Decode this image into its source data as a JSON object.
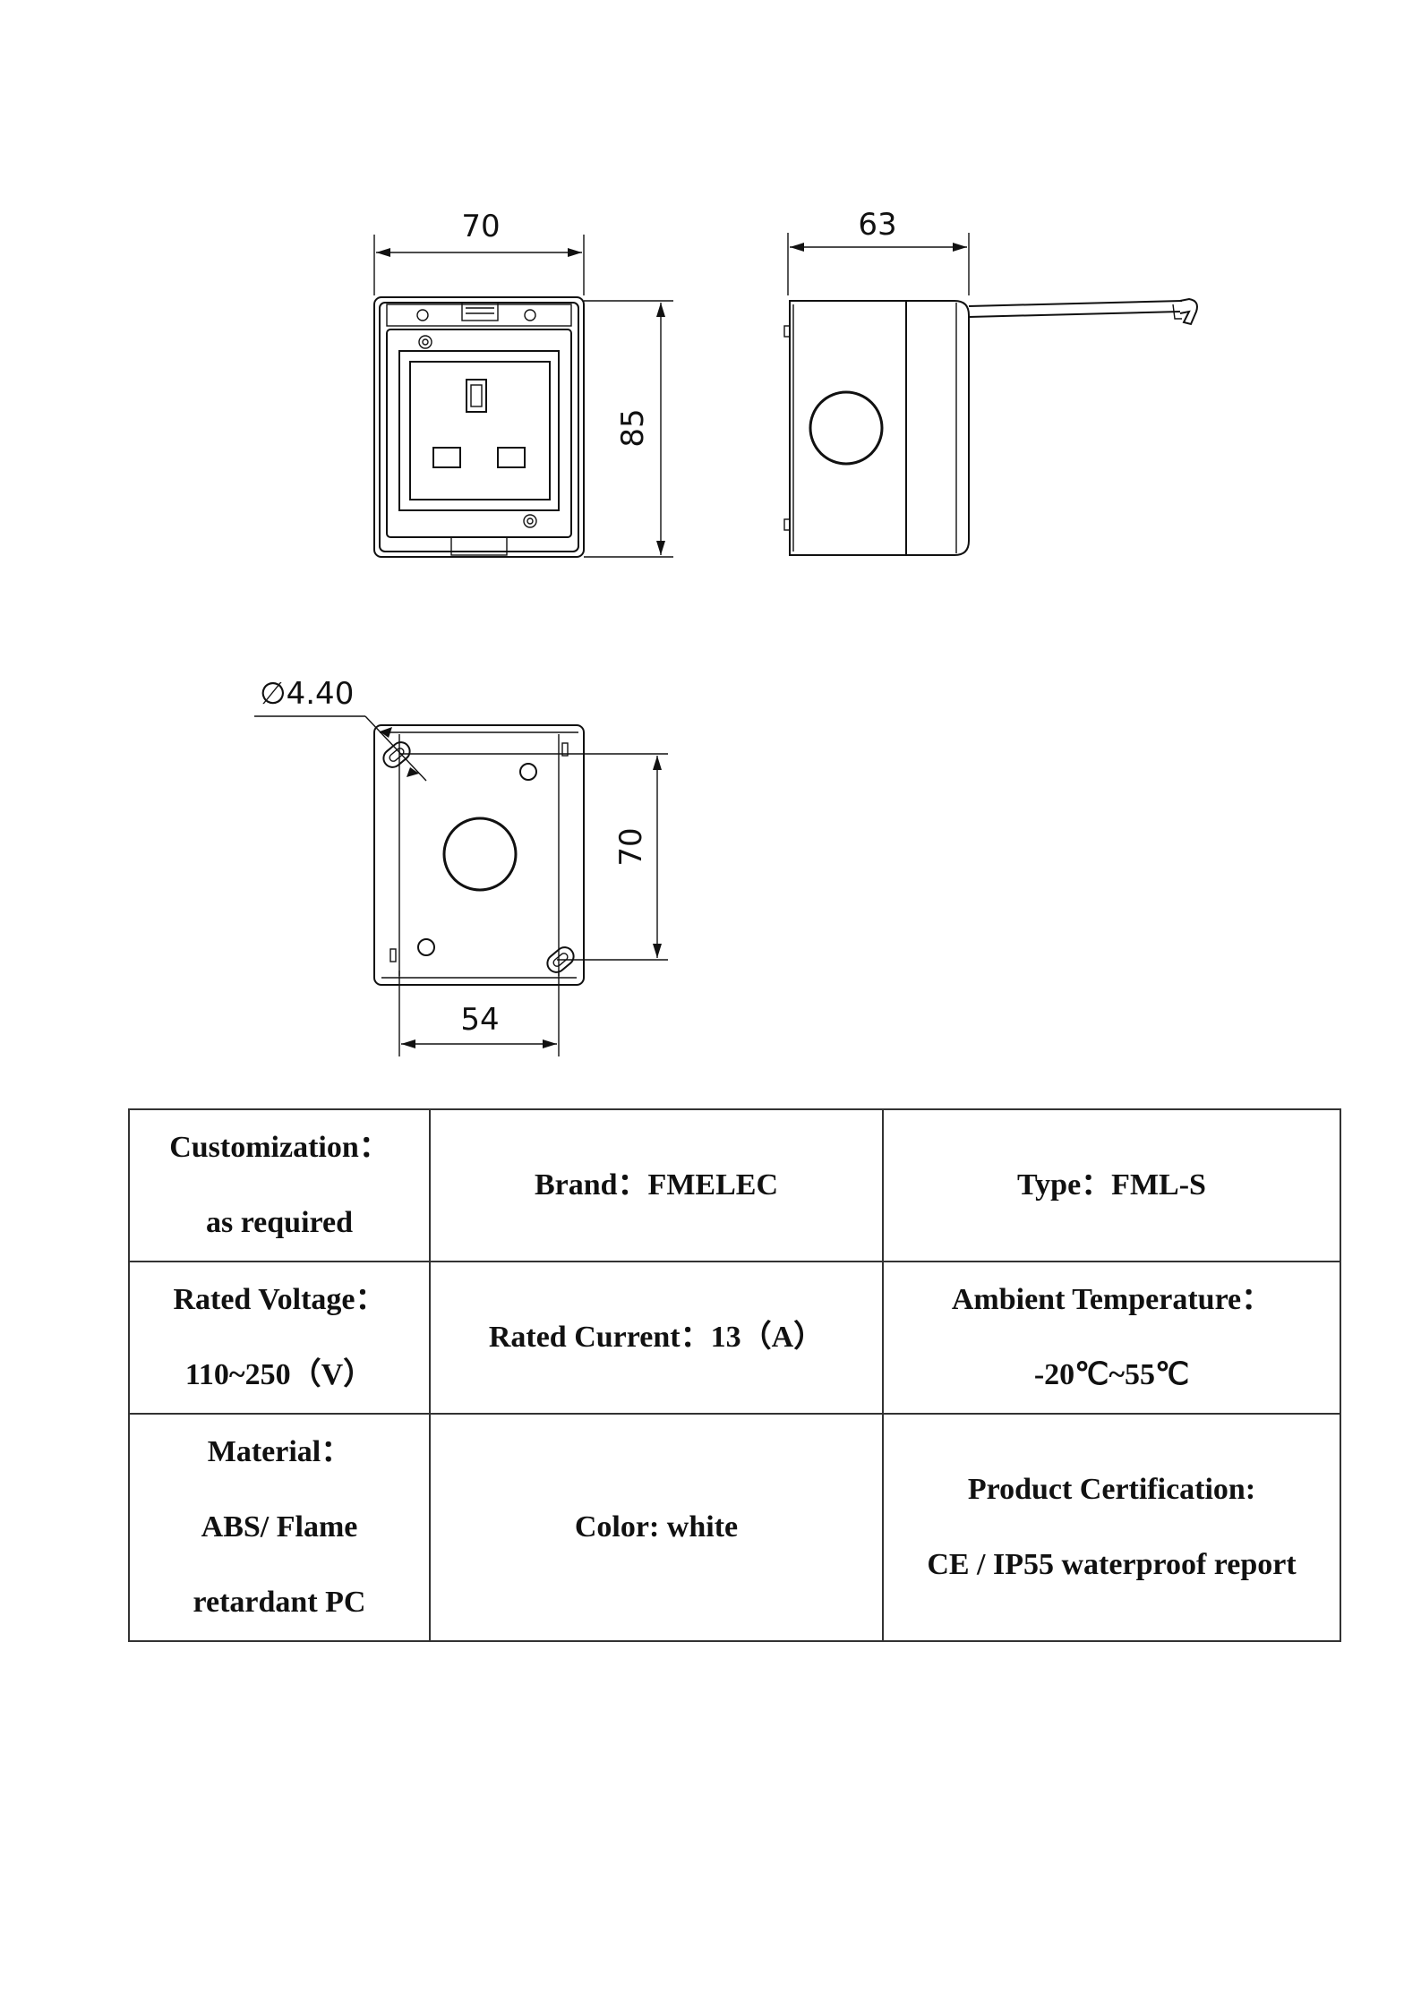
{
  "drawing": {
    "front_view": {
      "width_label": "70",
      "height_label": "85"
    },
    "side_view": {
      "depth_label": "63"
    },
    "back_view": {
      "hole_label": "∅4.40",
      "hole_spacing_v_label": "70",
      "hole_spacing_h_label": "54"
    }
  },
  "specs": {
    "rows": [
      [
        {
          "lines": [
            "Customization：",
            "as required"
          ]
        },
        {
          "lines": [
            "Brand：FMELEC"
          ]
        },
        {
          "lines": [
            "Type：FML-S"
          ]
        }
      ],
      [
        {
          "lines": [
            "Rated Voltage：",
            "110~250（V）"
          ]
        },
        {
          "lines": [
            "Rated Current：13（A）"
          ]
        },
        {
          "lines": [
            "Ambient Temperature：",
            "-20℃~55℃"
          ]
        }
      ],
      [
        {
          "lines": [
            "Material：",
            "ABS/ Flame",
            "retardant PC"
          ]
        },
        {
          "lines": [
            "Color: white"
          ]
        },
        {
          "lines": [
            "Product Certification:",
            "CE / IP55 waterproof report"
          ]
        }
      ]
    ]
  }
}
